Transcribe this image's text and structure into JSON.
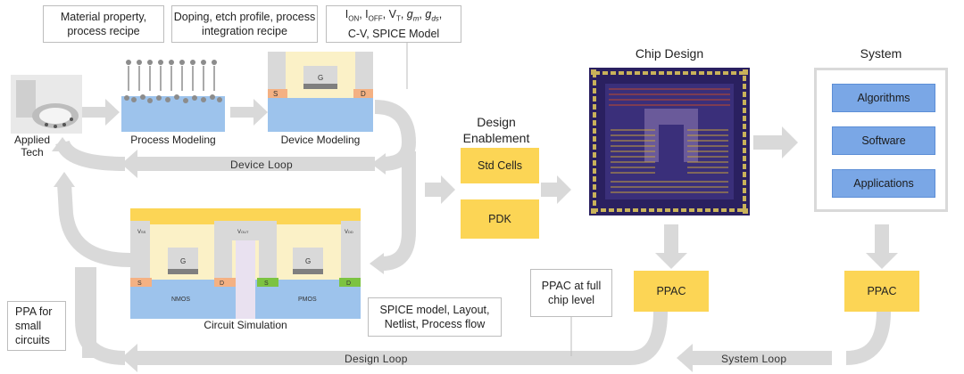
{
  "notes": {
    "material": "Material property, process recipe",
    "doping": "Doping, etch profile, process integration recipe",
    "device_metrics_line2": "C-V, SPICE Model",
    "spice_layout": "SPICE model, Layout, Netlist, Process flow",
    "ppac_full_chip": "PPAC at full chip level",
    "ppa_small": "PPA for small circuits"
  },
  "labels": {
    "applied_tech": "Applied Tech",
    "process_modeling": "Process Modeling",
    "device_modeling": "Device Modeling",
    "circuit_simulation": "Circuit Simulation",
    "design_enablement": "Design Enablement",
    "chip_design": "Chip Design",
    "system": "System"
  },
  "boxes": {
    "std_cells": "Std Cells",
    "pdk": "PDK",
    "ppac_chip": "PPAC",
    "ppac_system": "PPAC",
    "algorithms": "Algorithms",
    "software": "Software",
    "applications": "Applications"
  },
  "loops": {
    "device": "Device Loop",
    "design": "Design Loop",
    "system": "System Loop"
  },
  "device_tags": {
    "source": "S",
    "drain": "D",
    "gate": "G",
    "nmos": "NMOS",
    "pmos": "PMOS"
  },
  "colors": {
    "arrow": "#d9d9d9",
    "yellow": "#fcd555",
    "blue_box": "#7aa7e6",
    "substrate": "#9dc3ec",
    "gate_fill": "#fbf1c7",
    "contact": "#f4b183",
    "pmos_contact": "#7cc341"
  }
}
